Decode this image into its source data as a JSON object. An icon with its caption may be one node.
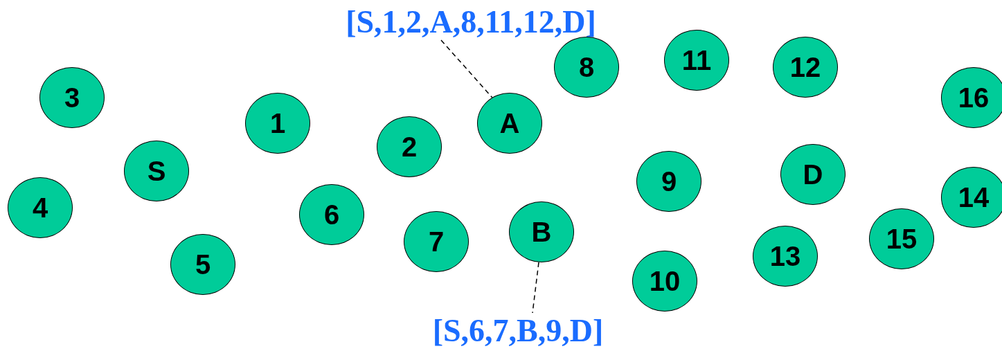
{
  "diagram": {
    "nodes": [
      {
        "text": [
          "[S,1,2,A,8,11,12,D]"
        ]
      },
      {
        "text": [
          "8"
        ]
      },
      {
        "text": [
          "11"
        ]
      },
      {
        "text": [
          "12"
        ]
      },
      {
        "text": [
          "16"
        ]
      },
      {
        "text": [
          "3"
        ]
      },
      {
        "text": [
          "A"
        ]
      },
      {
        "text": [
          "1"
        ]
      },
      {
        "text": [
          "2"
        ]
      },
      {
        "text": [
          "S"
        ]
      },
      {
        "text": [
          "D"
        ]
      },
      {
        "text": [
          "9"
        ]
      },
      {
        "text": [
          "14"
        ]
      },
      {
        "text": [
          "4"
        ]
      },
      {
        "text": [
          "6"
        ]
      },
      {
        "text": [
          "B"
        ]
      },
      {
        "text": [
          "7"
        ]
      },
      {
        "text": [
          "15"
        ]
      },
      {
        "text": [
          "13"
        ]
      },
      {
        "text": [
          "5"
        ]
      },
      {
        "text": [
          "10"
        ]
      },
      {
        "text": [
          "[S,6,7,B,9,D]"
        ]
      }
    ],
    "edges": [
      {
        "from": 0,
        "to": 6,
        "arrow": "none",
        "style": "dashed"
      },
      {
        "from": 15,
        "to": 21,
        "arrow": "none",
        "style": "dashed"
      }
    ]
  }
}
